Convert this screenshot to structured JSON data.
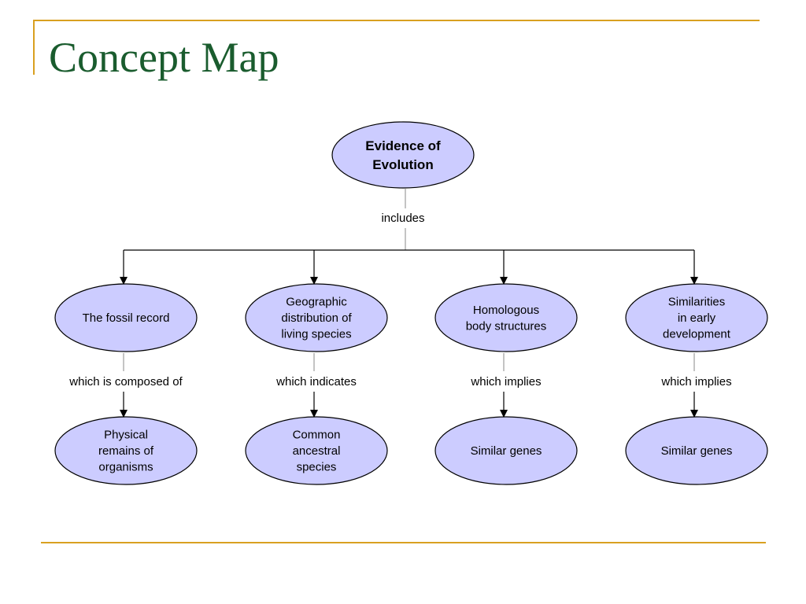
{
  "title": "Concept Map",
  "colors": {
    "frame": "#d9a020",
    "title": "#1a5c2e",
    "node_fill": "#ccccff"
  },
  "root": {
    "lines": [
      "Evidence of",
      "Evolution"
    ]
  },
  "root_link": "includes",
  "branches": [
    {
      "node": [
        "The fossil record"
      ],
      "link": "which is composed of",
      "leaf": [
        "Physical",
        "remains of",
        "organisms"
      ]
    },
    {
      "node": [
        "Geographic",
        "distribution of",
        "living species"
      ],
      "link": "which indicates",
      "leaf": [
        "Common",
        "ancestral",
        "species"
      ]
    },
    {
      "node": [
        "Homologous",
        "body structures"
      ],
      "link": "which implies",
      "leaf": [
        "Similar genes"
      ]
    },
    {
      "node": [
        "Similarities",
        "in early",
        "development"
      ],
      "link": "which implies",
      "leaf": [
        "Similar genes"
      ]
    }
  ]
}
